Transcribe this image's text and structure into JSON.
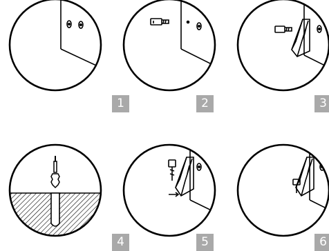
{
  "steps": [
    {
      "number": "1",
      "icon": "wall-corner-illustration"
    },
    {
      "number": "2",
      "icon": "screw-and-wall-illustration"
    },
    {
      "number": "3",
      "icon": "screw-and-bracket-illustration"
    },
    {
      "number": "4",
      "icon": "wall-anchor-drilling-illustration"
    },
    {
      "number": "5",
      "icon": "bracket-screwing-illustration"
    },
    {
      "number": "6",
      "icon": "bracket-mounted-illustration"
    }
  ],
  "colors": {
    "line": "#000000",
    "badge": "#a9a9a9",
    "badge_text": "#ffffff"
  }
}
